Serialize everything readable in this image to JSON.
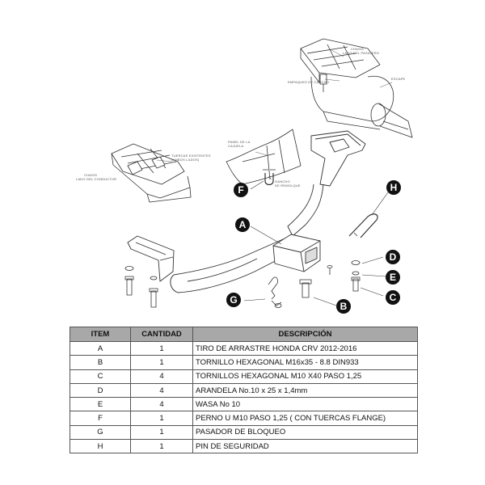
{
  "diagram": {
    "labels": {
      "chasis_pasajero": "CHASIS\nLADO DEL PASAJERO",
      "empaques": "EMPAQUES DE CAUCHO",
      "escape": "ESCAPE",
      "panel_cajuela": "PANEL DE LA\nCAJUELA",
      "gancho": "GANCHO\nDE REMOLQUE",
      "tuercas": "TUERCAS EXISTENTES\n(AMBOS LADOS)",
      "chasis_conductor": "CHASIS\nLADO DEL CONDUCTOR"
    },
    "callouts": [
      "A",
      "B",
      "C",
      "D",
      "E",
      "F",
      "G",
      "H"
    ]
  },
  "table": {
    "headers": [
      "ITEM",
      "CANTIDAD",
      "DESCRIPCIÓN"
    ],
    "rows": [
      {
        "item": "A",
        "qty": "1",
        "desc": "TIRO DE ARRASTRE HONDA CRV 2012-2016"
      },
      {
        "item": "B",
        "qty": "1",
        "desc": "TORNILLO  HEXAGONAL M16x35 - 8.8 DIN933"
      },
      {
        "item": "C",
        "qty": "4",
        "desc": "TORNILLOS HEXAGONAL M10 X40 PASO 1,25"
      },
      {
        "item": "D",
        "qty": "4",
        "desc": "ARANDELA No.10 x 25 x 1,4mm"
      },
      {
        "item": "E",
        "qty": "4",
        "desc": "WASA No 10"
      },
      {
        "item": "F",
        "qty": "1",
        "desc": "PERNO U M10 PASO 1,25 ( CON TUERCAS FLANGE)"
      },
      {
        "item": "G",
        "qty": "1",
        "desc": "PASADOR DE BLOQUEO"
      },
      {
        "item": "H",
        "qty": "1",
        "desc": "PIN DE SEGURIDAD"
      }
    ]
  }
}
